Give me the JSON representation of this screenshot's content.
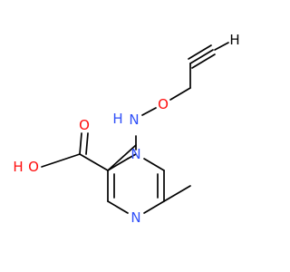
{
  "structure": {
    "atoms": {
      "N_ring_top": {
        "symbol": "N"
      },
      "N_ring_bottom": {
        "symbol": "N"
      },
      "N_amine": {
        "symbol": "N"
      },
      "H_amine": {
        "symbol": "H"
      },
      "O_ether": {
        "symbol": "O"
      },
      "O_carbonyl": {
        "symbol": "O"
      },
      "O_hydroxyl": {
        "symbol": "O"
      },
      "H_hydroxyl": {
        "symbol": "H"
      },
      "H_alkyne": {
        "symbol": "H"
      }
    },
    "colors": {
      "bond": "#000000",
      "nitrogen": "#3050f8",
      "oxygen": "#ff0d0d",
      "hydrogen_label": "#000000"
    }
  }
}
